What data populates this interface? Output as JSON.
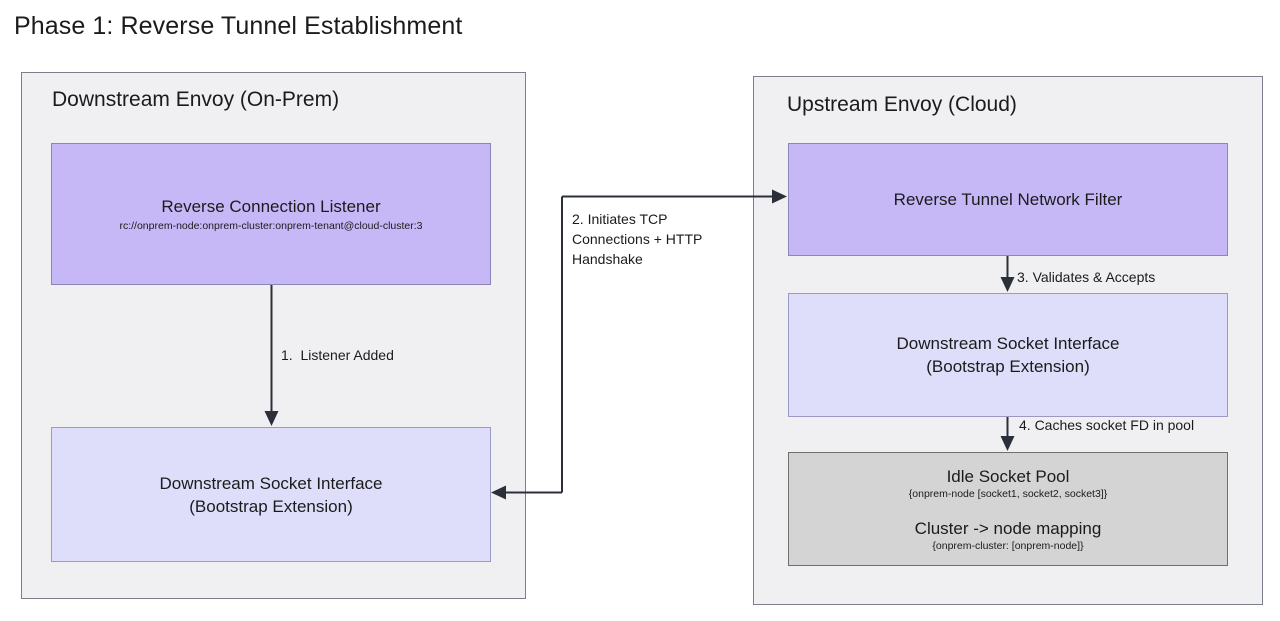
{
  "title": "Phase 1: Reverse Tunnel Establishment",
  "colors": {
    "purple_fill": "#C6B8F7",
    "blue_fill": "#DEDEFB",
    "gray_fill": "#D4D4D4",
    "lane_fill": "#F0F0F2",
    "lane_border": "#7B7F8C",
    "connector": "#2B2F3A",
    "text": "#1B1B1B"
  },
  "lanes": {
    "downstream": {
      "title": "Downstream Envoy (On-Prem)",
      "nodes": {
        "listener": {
          "title": "Reverse Connection Listener",
          "subtitle": "rc://onprem-node:onprem-cluster:onprem-tenant@cloud-cluster:3"
        },
        "socket_interface": {
          "line1": "Downstream Socket Interface",
          "line2": "(Bootstrap Extension)"
        }
      }
    },
    "upstream": {
      "title": "Upstream Envoy (Cloud)",
      "nodes": {
        "network_filter": {
          "title": "Reverse Tunnel Network Filter"
        },
        "socket_interface": {
          "line1": "Downstream Socket Interface",
          "line2": "(Bootstrap Extension)"
        },
        "idle_pool": {
          "title": "Idle Socket Pool",
          "subtitle": "{onprem-node [socket1, socket2, socket3]}",
          "title2": "Cluster -> node mapping",
          "subtitle2": "{onprem-cluster: [onprem-node]}"
        }
      }
    }
  },
  "edges": [
    {
      "id": "1",
      "label": "1.  Listener Added"
    },
    {
      "id": "2",
      "label": "2. Initiates TCP\nConnections + HTTP\nHandshake"
    },
    {
      "id": "3",
      "label": "3. Validates & Accepts"
    },
    {
      "id": "4",
      "label": "4. Caches socket FD in pool"
    }
  ]
}
